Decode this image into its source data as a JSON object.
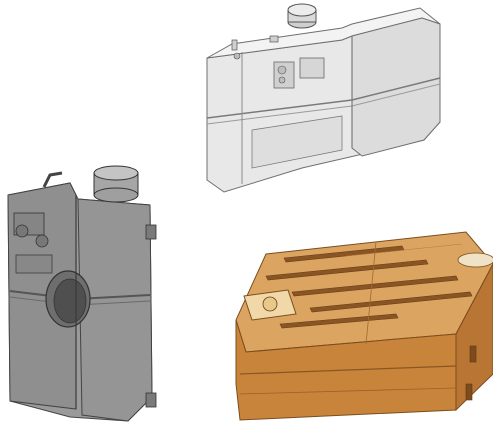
{
  "figure": {
    "panels": [
      {
        "id": "top-right",
        "subject": "plastic-tank-render-light"
      },
      {
        "id": "bottom-left",
        "subject": "plastic-tank-render-dark"
      },
      {
        "id": "bottom-right",
        "subject": "tank-mold-tooling-render"
      }
    ]
  },
  "colors": {
    "background": "#ffffff",
    "tank_light": "#e6e6e6",
    "tank_dark": "#8e8e8e",
    "mold_top": "#d9a05a",
    "mold_side": "#c8843a",
    "mold_base": "#b67433"
  }
}
